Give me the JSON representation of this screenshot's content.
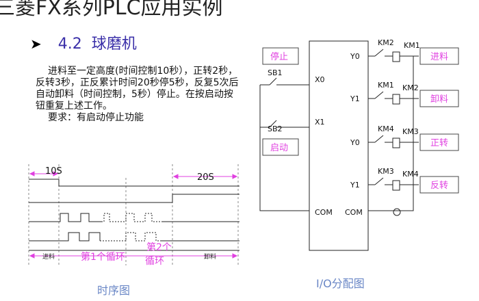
{
  "slide": {
    "title": "三菱FX系列PLC应用实例",
    "section_number": "4.2",
    "section_name": "球磨机",
    "description": "进料至一定高度(时间控制10秒），正转2秒，反转3秒，正反累计时间20秒停5秒，反复5次后自动卸料（时间控制，5秒）停止。在按启动按钮重复上述工作。",
    "requirement": "要求：有启动停止功能"
  },
  "timing": {
    "label_10s": "10S",
    "label_20s": "20S",
    "seg_feed": "进料",
    "seg_cycle1": "第1个循环",
    "seg_cycle2_line1": "第2个",
    "seg_cycle2_line2": "循环",
    "seg_unload": "卸料",
    "caption": "时序图"
  },
  "io": {
    "caption": "I/O分配图",
    "stop_button": "停止",
    "start_button": "启动",
    "sb1": "SB1",
    "sb2": "SB2",
    "x0": "X0",
    "x1": "X1",
    "com": "COM",
    "outputs": [
      {
        "terminal": "Y0",
        "interlock": "KM2",
        "coil": "KM1",
        "label": "进料"
      },
      {
        "terminal": "Y1",
        "interlock": "KM1",
        "coil": "KM2",
        "label": "卸料"
      },
      {
        "terminal": "Y0",
        "interlock": "KM4",
        "coil": "KM3",
        "label": "正转"
      },
      {
        "terminal": "Y1",
        "interlock": "KM3",
        "coil": "KM4",
        "label": "反转"
      }
    ]
  },
  "colors": {
    "title_blue": "#3a2fa8",
    "caption_blue": "#6a87c6",
    "magenta": "#e040e0",
    "box_border": "#444444"
  }
}
